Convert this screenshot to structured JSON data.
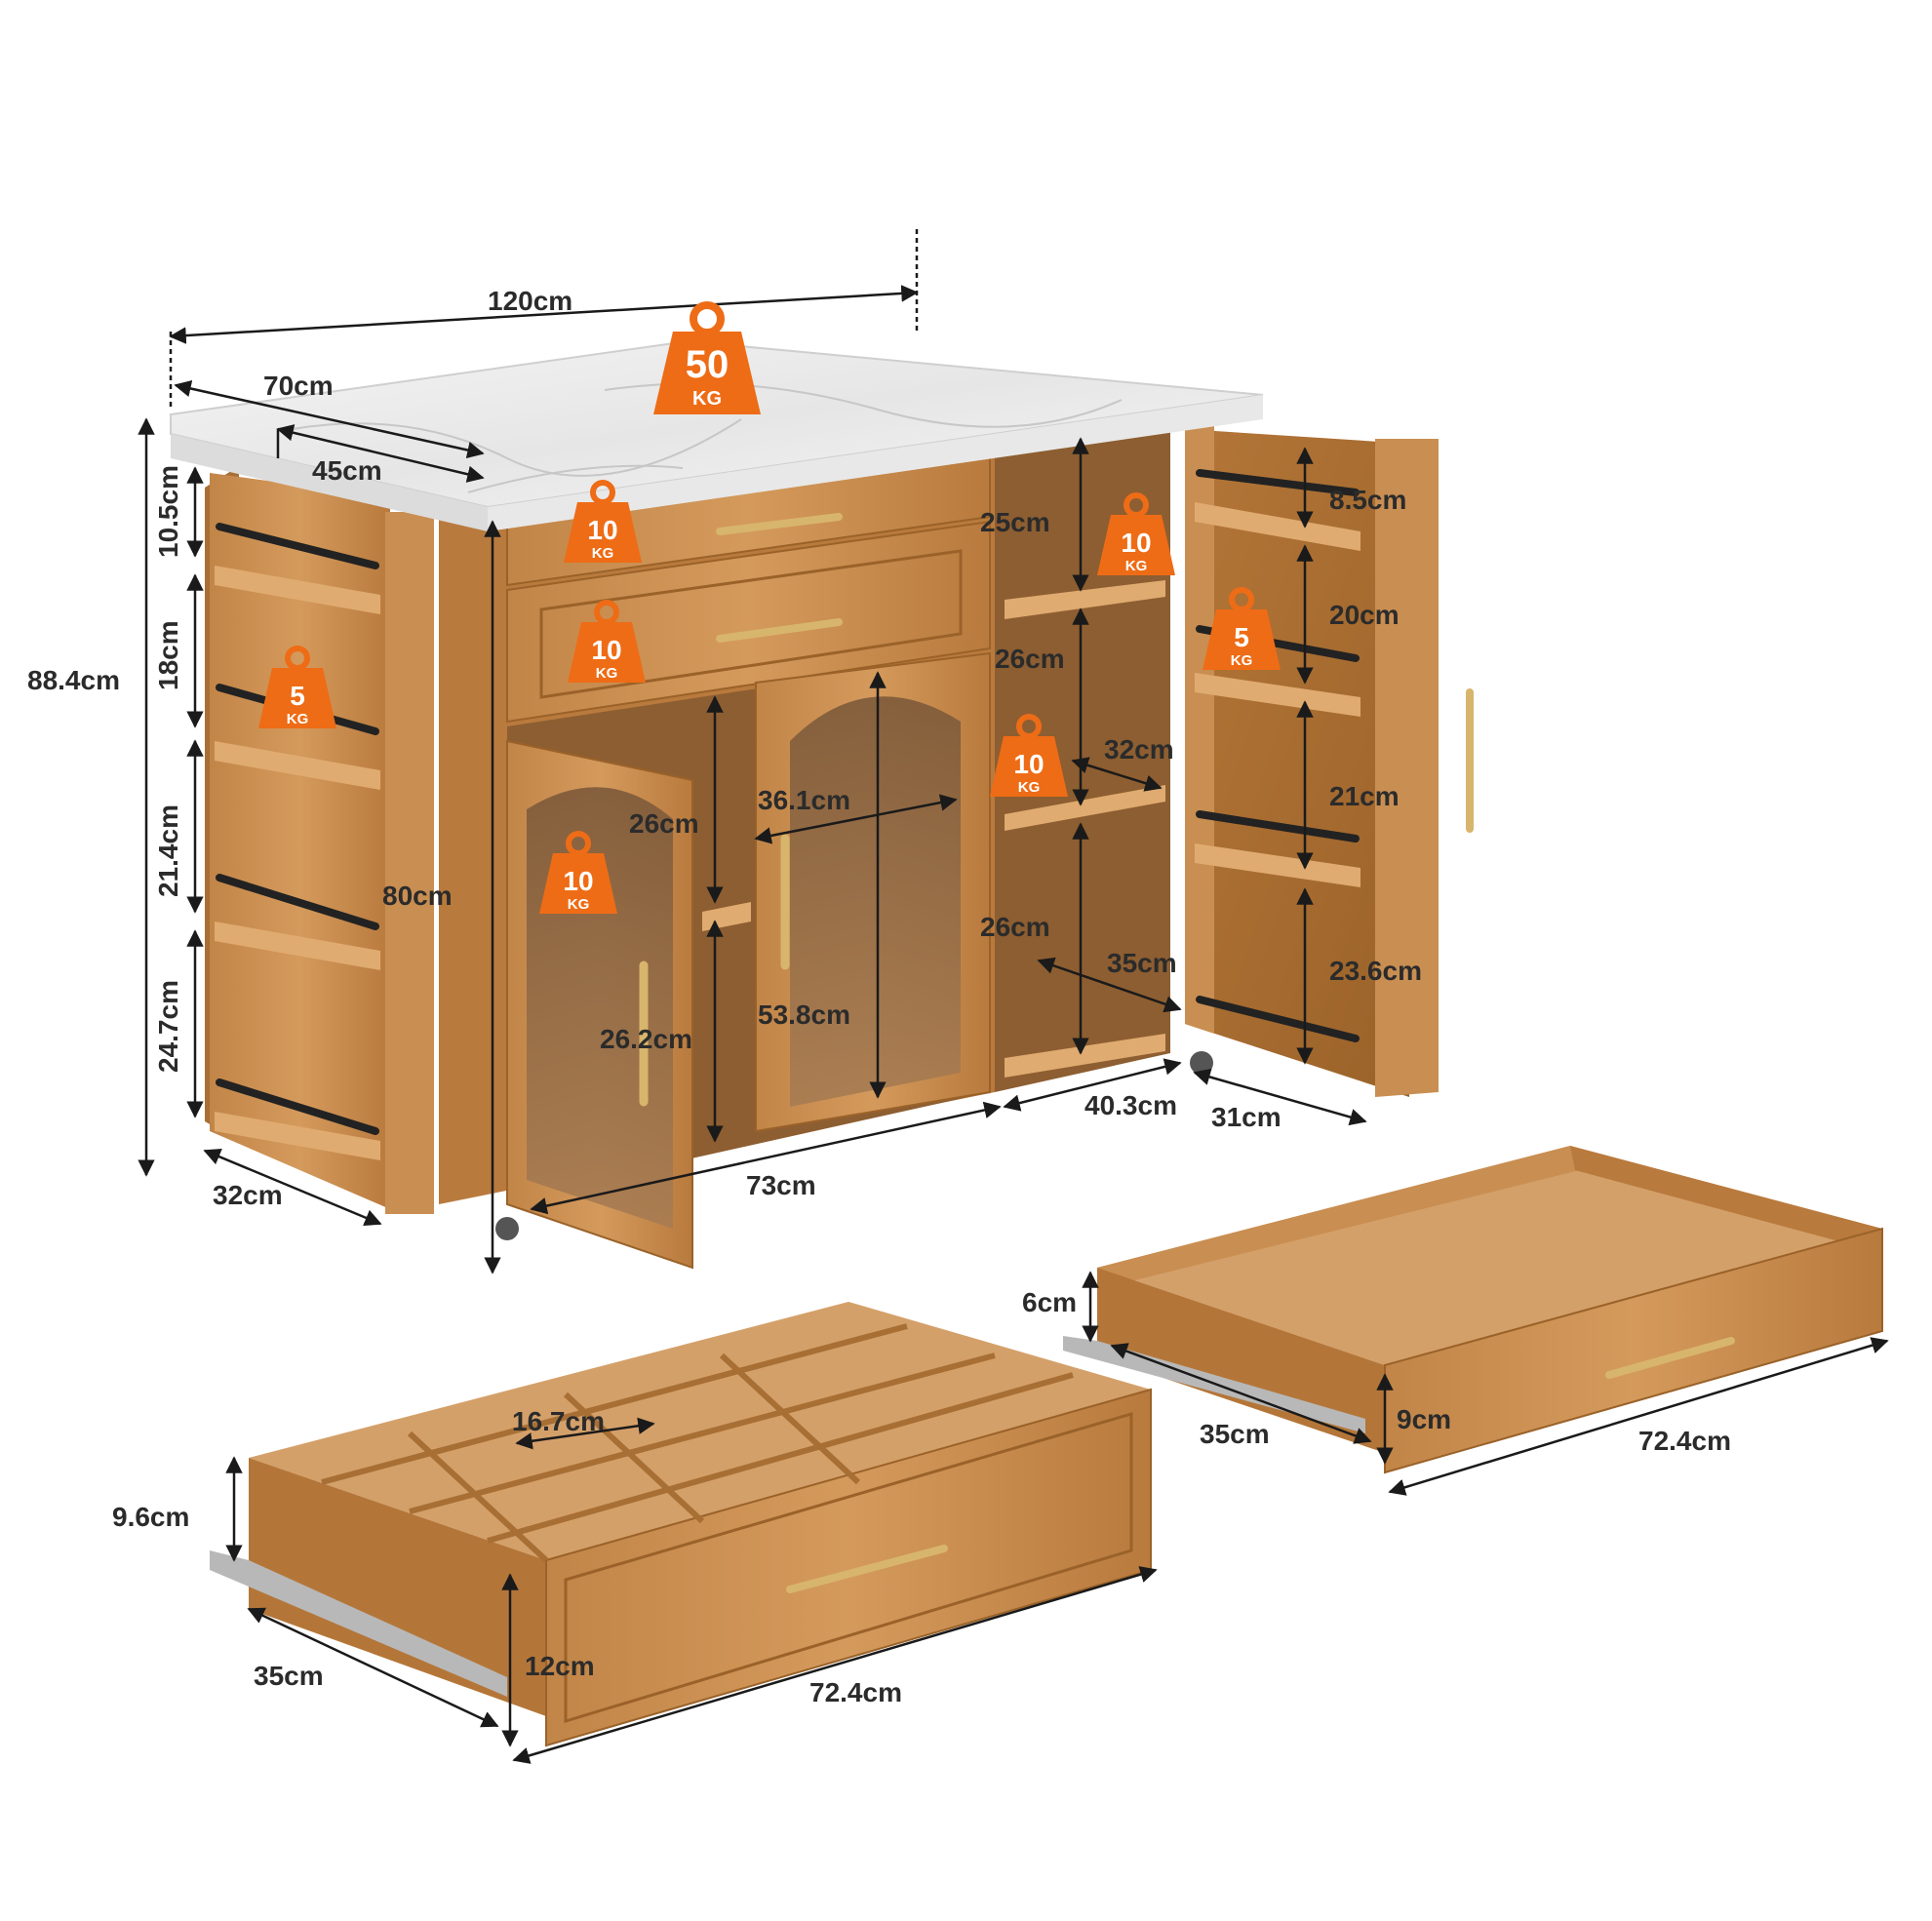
{
  "dimensions": {
    "top_width": "120cm",
    "top_depth": "70cm",
    "inner_depth": "45cm",
    "total_height": "88.4cm",
    "left_shelf_1": "10.5cm",
    "left_shelf_2": "18cm",
    "left_shelf_3": "21.4cm",
    "left_shelf_4": "24.7cm",
    "cabinet_height": "80cm",
    "left_rack_depth": "32cm",
    "door_upper": "26cm",
    "door_lower": "26.2cm",
    "cab_inner_width": "36.1cm",
    "cab_inner_height": "53.8cm",
    "front_width": "73cm",
    "open_shelf_1": "25cm",
    "open_shelf_2": "26cm",
    "open_shelf_3": "26cm",
    "open_depth_top": "32cm",
    "open_depth_bottom": "35cm",
    "open_width": "40.3cm",
    "right_rack_depth": "31cm",
    "right_shelf_1": "8.5cm",
    "right_shelf_2": "20cm",
    "right_shelf_3": "21cm",
    "right_shelf_4": "23.6cm",
    "drawer_small_height": "6cm",
    "drawer_small_front": "9cm",
    "drawer_small_depth": "35cm",
    "drawer_small_width": "72.4cm",
    "drawer_large_divider": "16.7cm",
    "drawer_large_inner": "9.6cm",
    "drawer_large_front": "12cm",
    "drawer_large_depth": "35cm",
    "drawer_large_width": "72.4cm"
  },
  "loads": {
    "top": {
      "value": "50",
      "unit": "KG"
    },
    "drawer_top": {
      "value": "10",
      "unit": "KG"
    },
    "drawer_second": {
      "value": "10",
      "unit": "KG"
    },
    "left_rack": {
      "value": "5",
      "unit": "KG"
    },
    "door_shelf": {
      "value": "10",
      "unit": "KG"
    },
    "open_shelf_top": {
      "value": "10",
      "unit": "KG"
    },
    "open_shelf_mid": {
      "value": "10",
      "unit": "KG"
    },
    "right_rack": {
      "value": "5",
      "unit": "KG"
    }
  },
  "colors": {
    "wood": "#c68b4d",
    "wood_dark": "#a86f35",
    "wood_light": "#d9a468",
    "marble": "#eeeeee",
    "badge": "#ee6c16",
    "handle": "#d8b56c",
    "bar": "#222222"
  }
}
